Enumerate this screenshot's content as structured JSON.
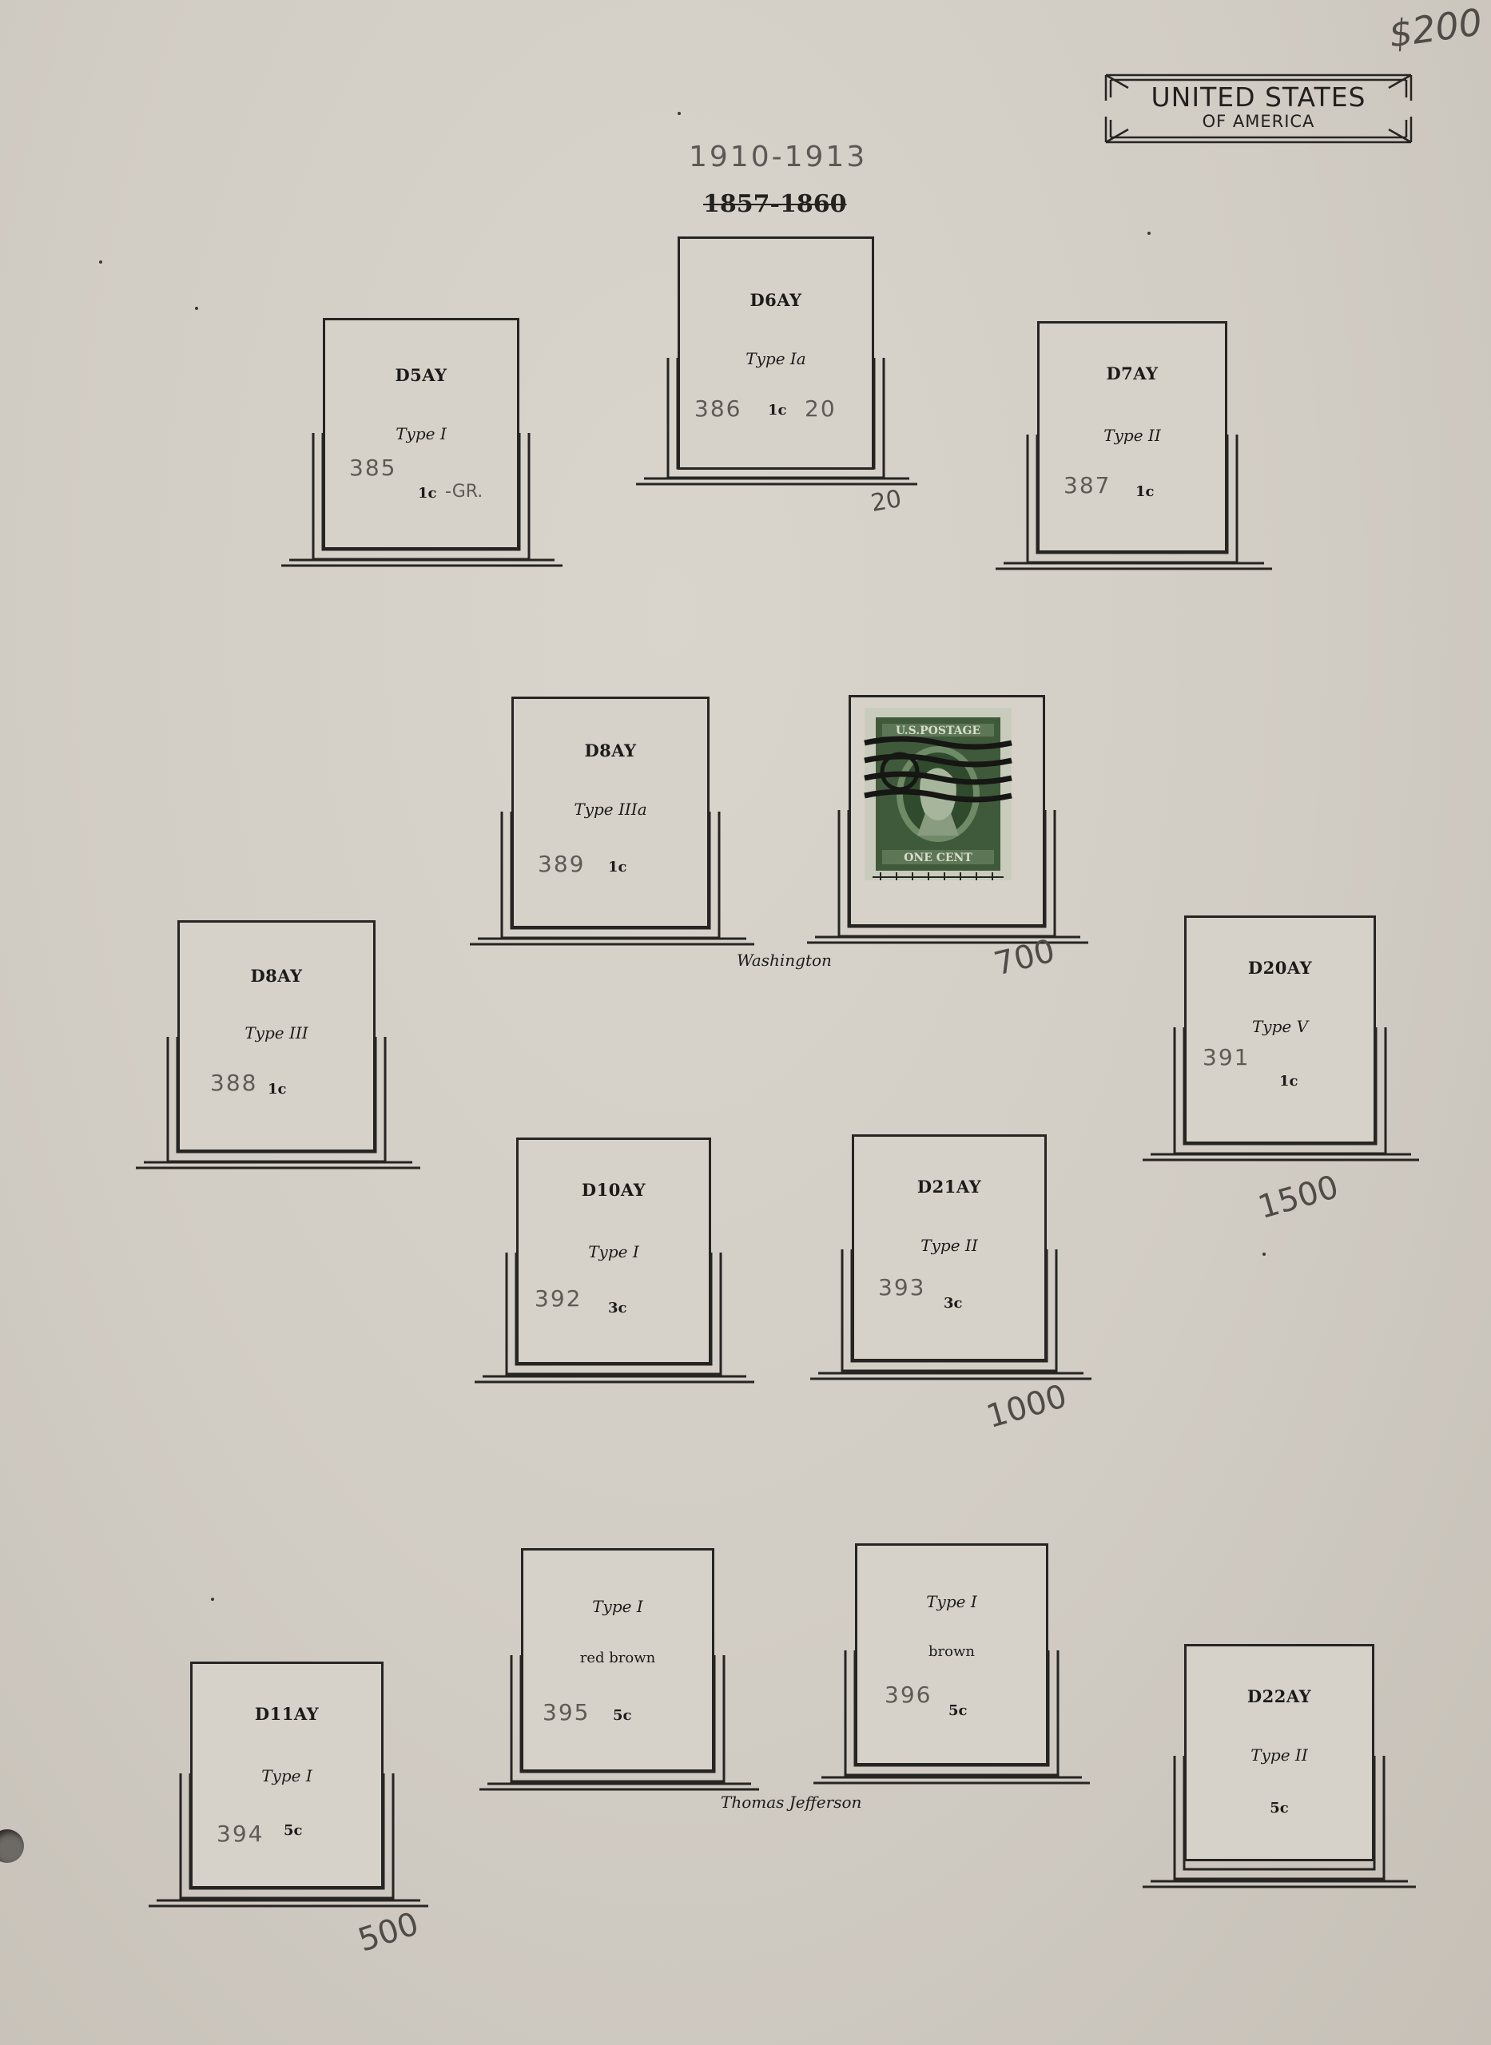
{
  "header": {
    "country_line1": "UNITED STATES",
    "country_line2": "OF AMERICA",
    "years_handwritten": "1910-1913",
    "years_printed": "1857-1860",
    "total_price": "$200"
  },
  "slots": [
    {
      "id": "d5ay",
      "code": "D5AY",
      "type": "Type I",
      "denom": "1c",
      "number": "385",
      "note": "-GR."
    },
    {
      "id": "d6ay",
      "code": "D6AY",
      "type": "Type Ia",
      "denom": "1c",
      "number": "386",
      "note": "20",
      "price": "20"
    },
    {
      "id": "d7ay",
      "code": "D7AY",
      "type": "Type II",
      "denom": "1c",
      "number": "387"
    },
    {
      "id": "d8ay-a",
      "code": "D8AY",
      "type": "Type IIIa",
      "denom": "1c",
      "number": "389"
    },
    {
      "id": "d8ay-b",
      "code": "D8AY",
      "type": "Type III",
      "denom": "1c",
      "number": "388"
    },
    {
      "id": "d20ay",
      "code": "D20AY",
      "type": "Type V",
      "denom": "1c",
      "number": "391",
      "price": "1500"
    },
    {
      "id": "d10ay",
      "code": "D10AY",
      "type": "Type I",
      "denom": "3c",
      "number": "392"
    },
    {
      "id": "d21ay",
      "code": "D21AY",
      "type": "Type II",
      "denom": "3c",
      "number": "393",
      "price": "1000"
    },
    {
      "id": "d11ay",
      "code": "D11AY",
      "type": "Type I",
      "denom": "5c",
      "number": "394",
      "price": "500"
    },
    {
      "id": "type1-red",
      "type": "Type I",
      "color": "red brown",
      "denom": "5c",
      "number": "395"
    },
    {
      "id": "type1-brown",
      "type": "Type I",
      "color": "brown",
      "denom": "5c",
      "number": "396"
    },
    {
      "id": "d22ay",
      "code": "D22AY",
      "type": "Type II",
      "denom": "5c"
    }
  ],
  "stamp": {
    "top_text": "U.S.POSTAGE",
    "bottom_text": "ONE CENT",
    "price": "700",
    "color": "#3f5a3a"
  },
  "captions": {
    "washington": "Washington",
    "jefferson": "Thomas Jefferson"
  }
}
